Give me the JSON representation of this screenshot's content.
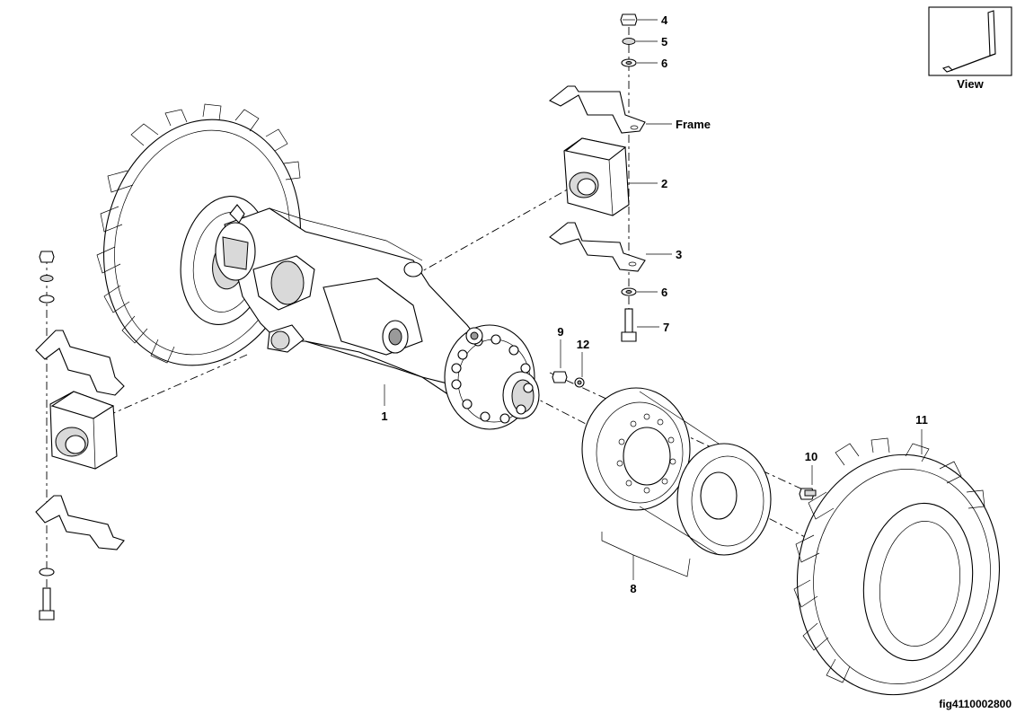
{
  "figure_id": "fig4110002800",
  "view_box": {
    "label": "View"
  },
  "callouts": {
    "c1": "1",
    "c2": "2",
    "c3": "3",
    "c4": "4",
    "c5": "5",
    "c6a": "6",
    "c6b": "6",
    "c7": "7",
    "c8": "8",
    "c9": "9",
    "c10": "10",
    "c11": "11",
    "c12": "12",
    "frame": "Frame"
  }
}
